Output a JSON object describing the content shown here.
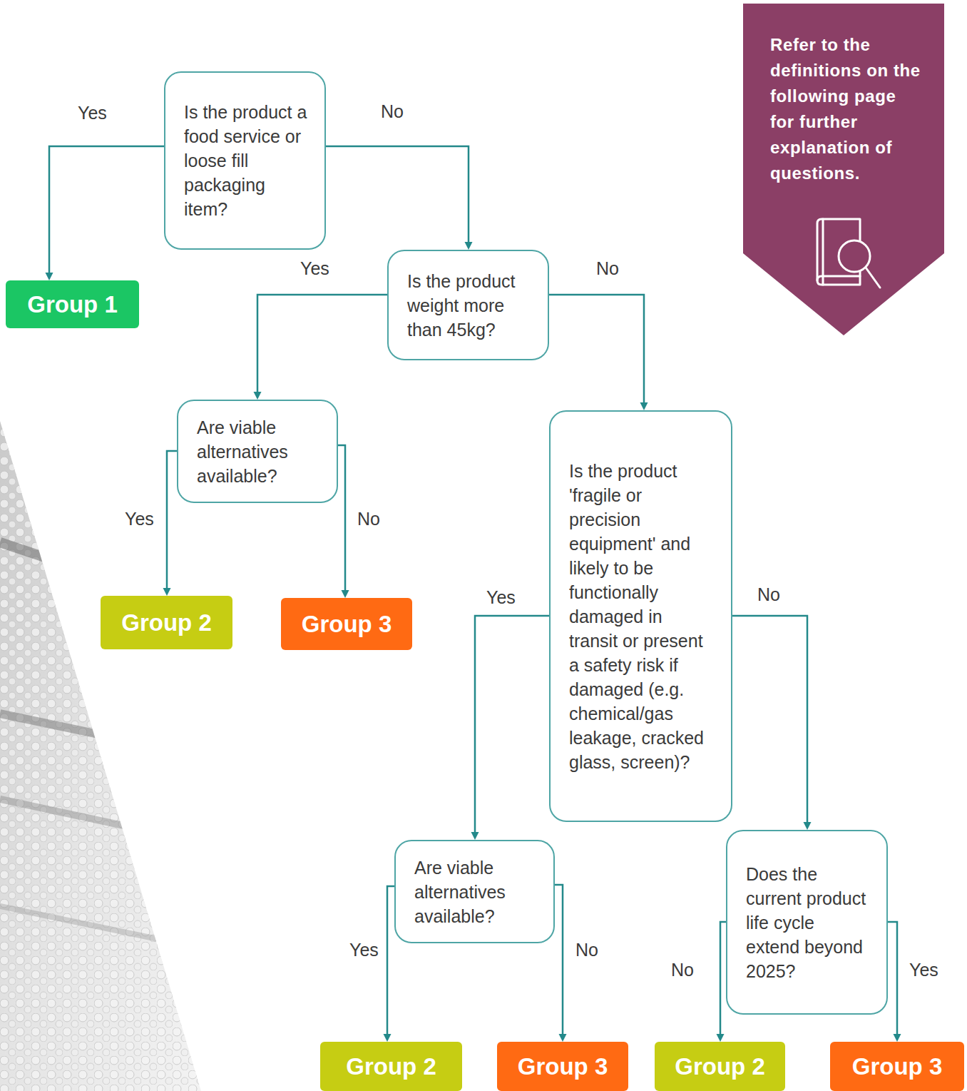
{
  "diagram": {
    "nodes": [
      {
        "text": [
          "Is the product a food service or loose fill packaging item?"
        ]
      },
      {
        "text": [
          "Group 1"
        ]
      },
      {
        "text": [
          "Is the product weight more than 45kg?"
        ]
      },
      {
        "text": [
          "Are viable alternatives available?"
        ]
      },
      {
        "text": [
          "Is the product 'fragile or precision equipment' and likely to be functionally damaged in transit or present a safety risk if damaged (e.g. chemical/gas leakage, cracked glass, screen)?"
        ]
      },
      {
        "text": [
          "Group 2"
        ]
      },
      {
        "text": [
          "Group 3"
        ]
      },
      {
        "text": [
          "Are viable alternatives available?"
        ]
      },
      {
        "text": [
          "Does the current product life cycle extend beyond 2025?"
        ]
      },
      {
        "text": [
          "Group 2"
        ]
      },
      {
        "text": [
          "Group 3"
        ]
      },
      {
        "text": [
          "Group 2"
        ]
      },
      {
        "text": [
          "Group 3"
        ]
      },
      {
        "text": [
          "Refer to the definitions on the following page for further explanation of questions."
        ]
      }
    ],
    "edges": [
      {
        "from": 0,
        "to": 1,
        "label": "Yes",
        "arrow": "to"
      },
      {
        "from": 0,
        "to": 2,
        "label": "No",
        "arrow": "to"
      },
      {
        "from": 2,
        "to": 3,
        "label": "Yes",
        "arrow": "to"
      },
      {
        "from": 2,
        "to": 4,
        "label": "No",
        "arrow": "to"
      },
      {
        "from": 3,
        "to": 5,
        "label": "Yes",
        "arrow": "to"
      },
      {
        "from": 3,
        "to": 6,
        "label": "No",
        "arrow": "to"
      },
      {
        "from": 4,
        "to": 7,
        "label": "Yes",
        "arrow": "to"
      },
      {
        "from": 4,
        "to": 8,
        "label": "No",
        "arrow": "to"
      },
      {
        "from": 7,
        "to": 9,
        "label": "Yes",
        "arrow": "to"
      },
      {
        "from": 7,
        "to": 10,
        "label": "No",
        "arrow": "to"
      },
      {
        "from": 8,
        "to": 11,
        "label": "No",
        "arrow": "to"
      },
      {
        "from": 8,
        "to": 12,
        "label": "Yes",
        "arrow": "to"
      }
    ]
  }
}
